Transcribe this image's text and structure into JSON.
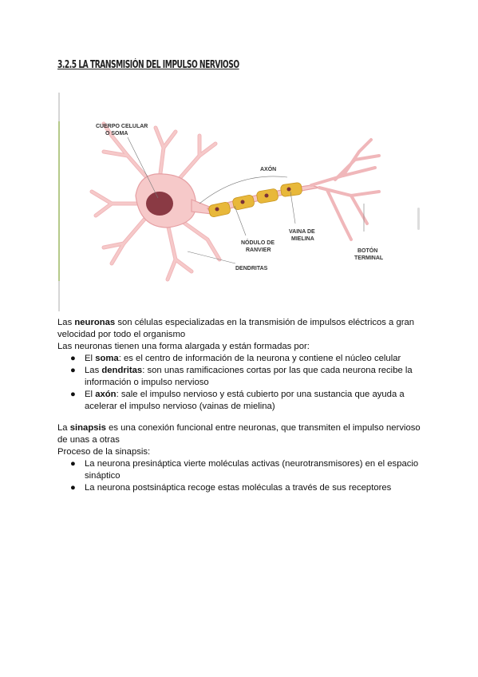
{
  "title": "3.2.5 LA TRANSMISIÓN DEL IMPULSO NERVIOSO",
  "figure": {
    "labels": {
      "soma_1": "CUERPO CELULAR",
      "soma_2": "O SOMA",
      "axon": "AXÓN",
      "vaina_1": "VAINA DE",
      "vaina_2": "MIELINA",
      "nodulo_1": "NÓDULO DE",
      "nodulo_2": "RANVIER",
      "boton_1": "BOTÓN",
      "boton_2": "TERMINAL",
      "dendritas": "DENDRITAS"
    },
    "colors": {
      "cell": "#f6c9c9",
      "cell_stroke": "#e6a0a4",
      "nucleus": "#8a3a44",
      "myelin": "#e8b83a"
    }
  },
  "neuronas": {
    "p1_a": "Las ",
    "p1_b": "neuronas",
    "p1_c": " son células especializadas en la transmisión de impulsos eléctricos a gran velocidad por todo el organismo",
    "p2": "Las neuronas tienen una forma alargada y están formadas por:",
    "items": [
      {
        "pre": "El ",
        "bold": "soma",
        "rest": ": es el centro de información de la neurona y contiene el núcleo celular"
      },
      {
        "pre": "Las ",
        "bold": "dendritas",
        "rest": ": son unas ramificaciones cortas por las que cada neurona recibe la información o impulso nervioso"
      },
      {
        "pre": "El ",
        "bold": "axón",
        "rest": ": sale el impulso nervioso y está cubierto por una sustancia que ayuda a acelerar el impulso nervioso (vainas de mielina)"
      }
    ]
  },
  "sinapsis": {
    "p1_a": "La ",
    "p1_b": "sinapsis",
    "p1_c": " es una conexión funcional entre neuronas, que transmiten el impulso nervioso de unas a otras",
    "p2": "Proceso de la sinapsis:",
    "items": [
      "La neurona presináptica vierte moléculas activas (neurotransmisores) en el espacio sináptico",
      "La neurona postsináptica recoge estas moléculas a través de sus receptores"
    ]
  },
  "bullet": "●"
}
